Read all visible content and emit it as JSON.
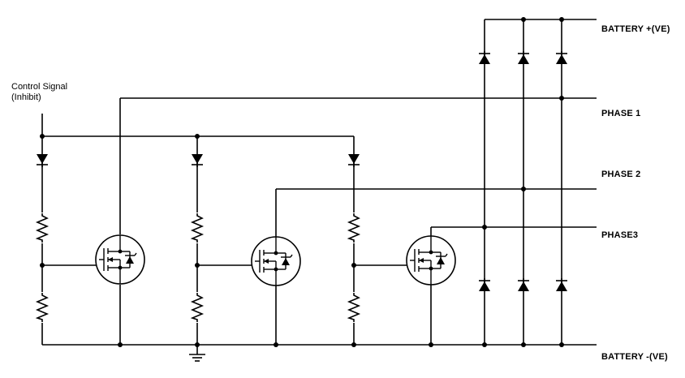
{
  "control_signal": {
    "line1": "Control Signal",
    "line2": "(Inhibit)"
  },
  "rails": {
    "battery_positive": "BATTERY +(VE)",
    "phase1": "PHASE 1",
    "phase2": "PHASE 2",
    "phase3": "PHASE3",
    "battery_negative": "BATTERY -(VE)"
  },
  "components": {
    "control_diodes": 3,
    "resistors": 6,
    "mosfets": 3,
    "bridge_diodes": 6
  }
}
